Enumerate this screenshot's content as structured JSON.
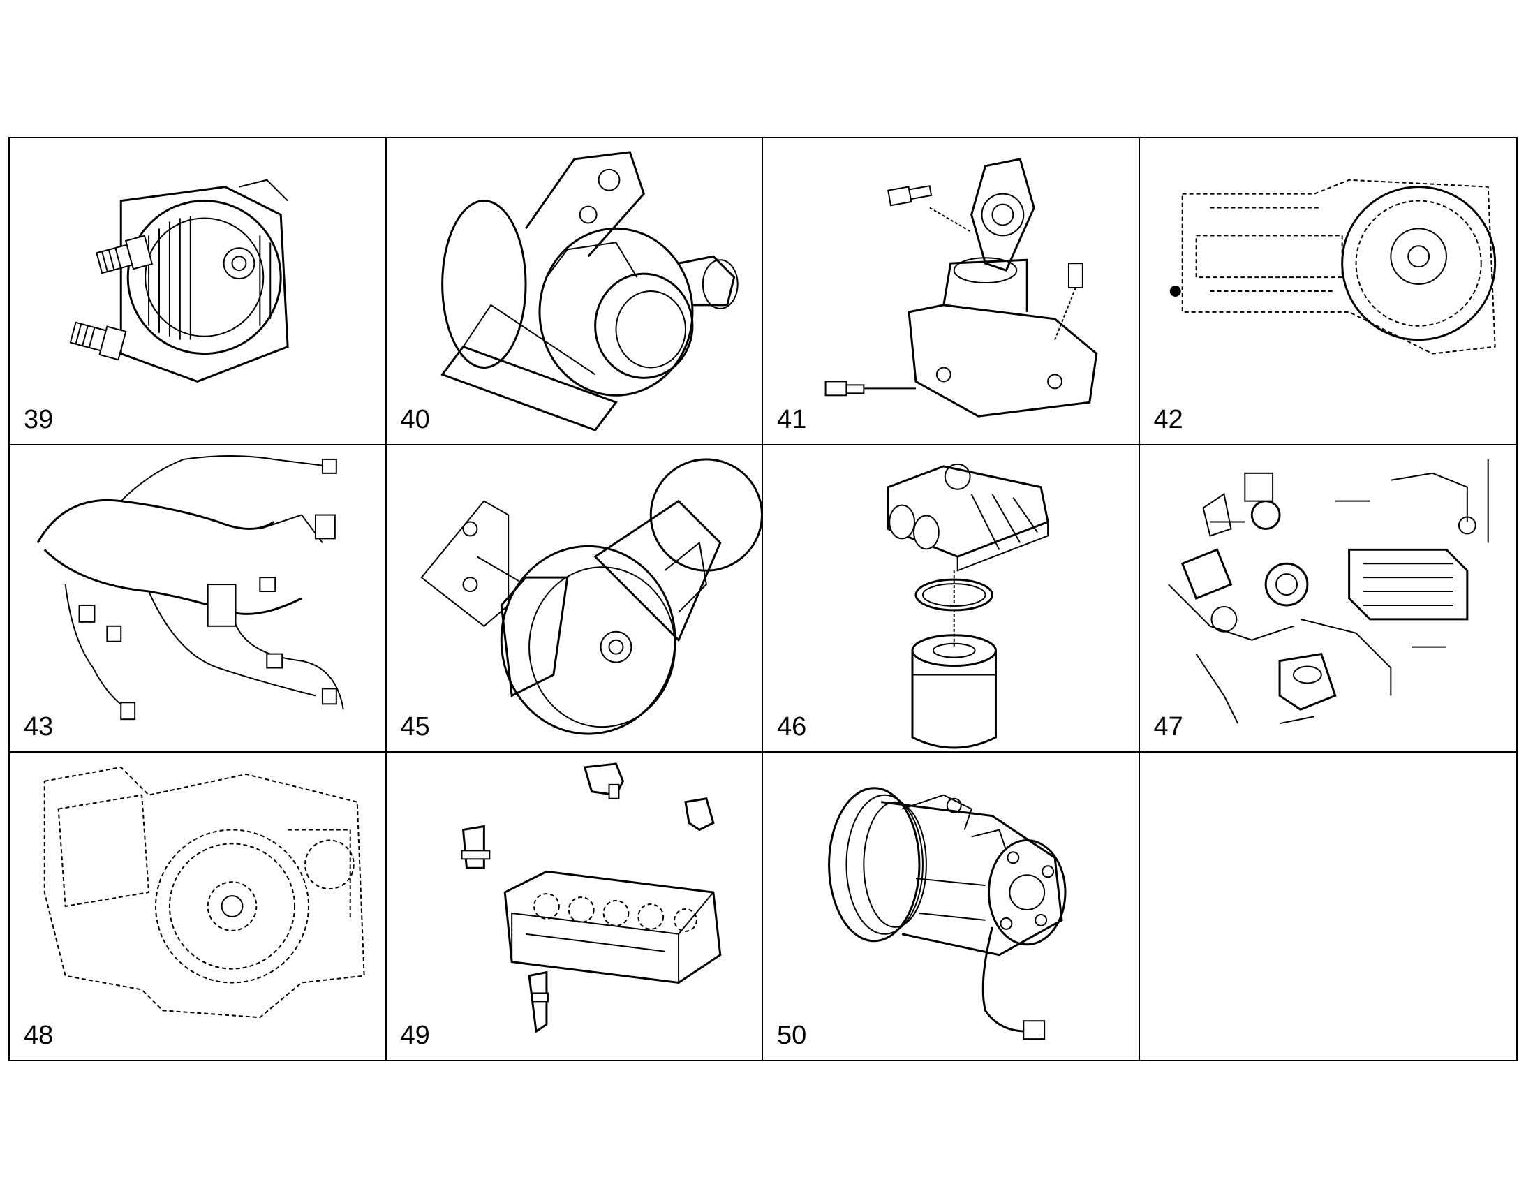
{
  "panels": [
    {
      "label": "39",
      "icon": "alternator-icon"
    },
    {
      "label": "40",
      "icon": "turbocharger-icon"
    },
    {
      "label": "41",
      "icon": "thermostat-housing-icon"
    },
    {
      "label": "42",
      "icon": "flywheel-housing-icon"
    },
    {
      "label": "43",
      "icon": "wiring-harness-icon"
    },
    {
      "label": "45",
      "icon": "belt-tensioner-icon"
    },
    {
      "label": "46",
      "icon": "oil-filter-icon"
    },
    {
      "label": "47",
      "icon": "egr-system-icon"
    },
    {
      "label": "48",
      "icon": "gear-housing-icon"
    },
    {
      "label": "49",
      "icon": "cylinder-head-icon"
    },
    {
      "label": "50",
      "icon": "ac-compressor-icon"
    },
    {
      "label": "",
      "icon": ""
    }
  ]
}
